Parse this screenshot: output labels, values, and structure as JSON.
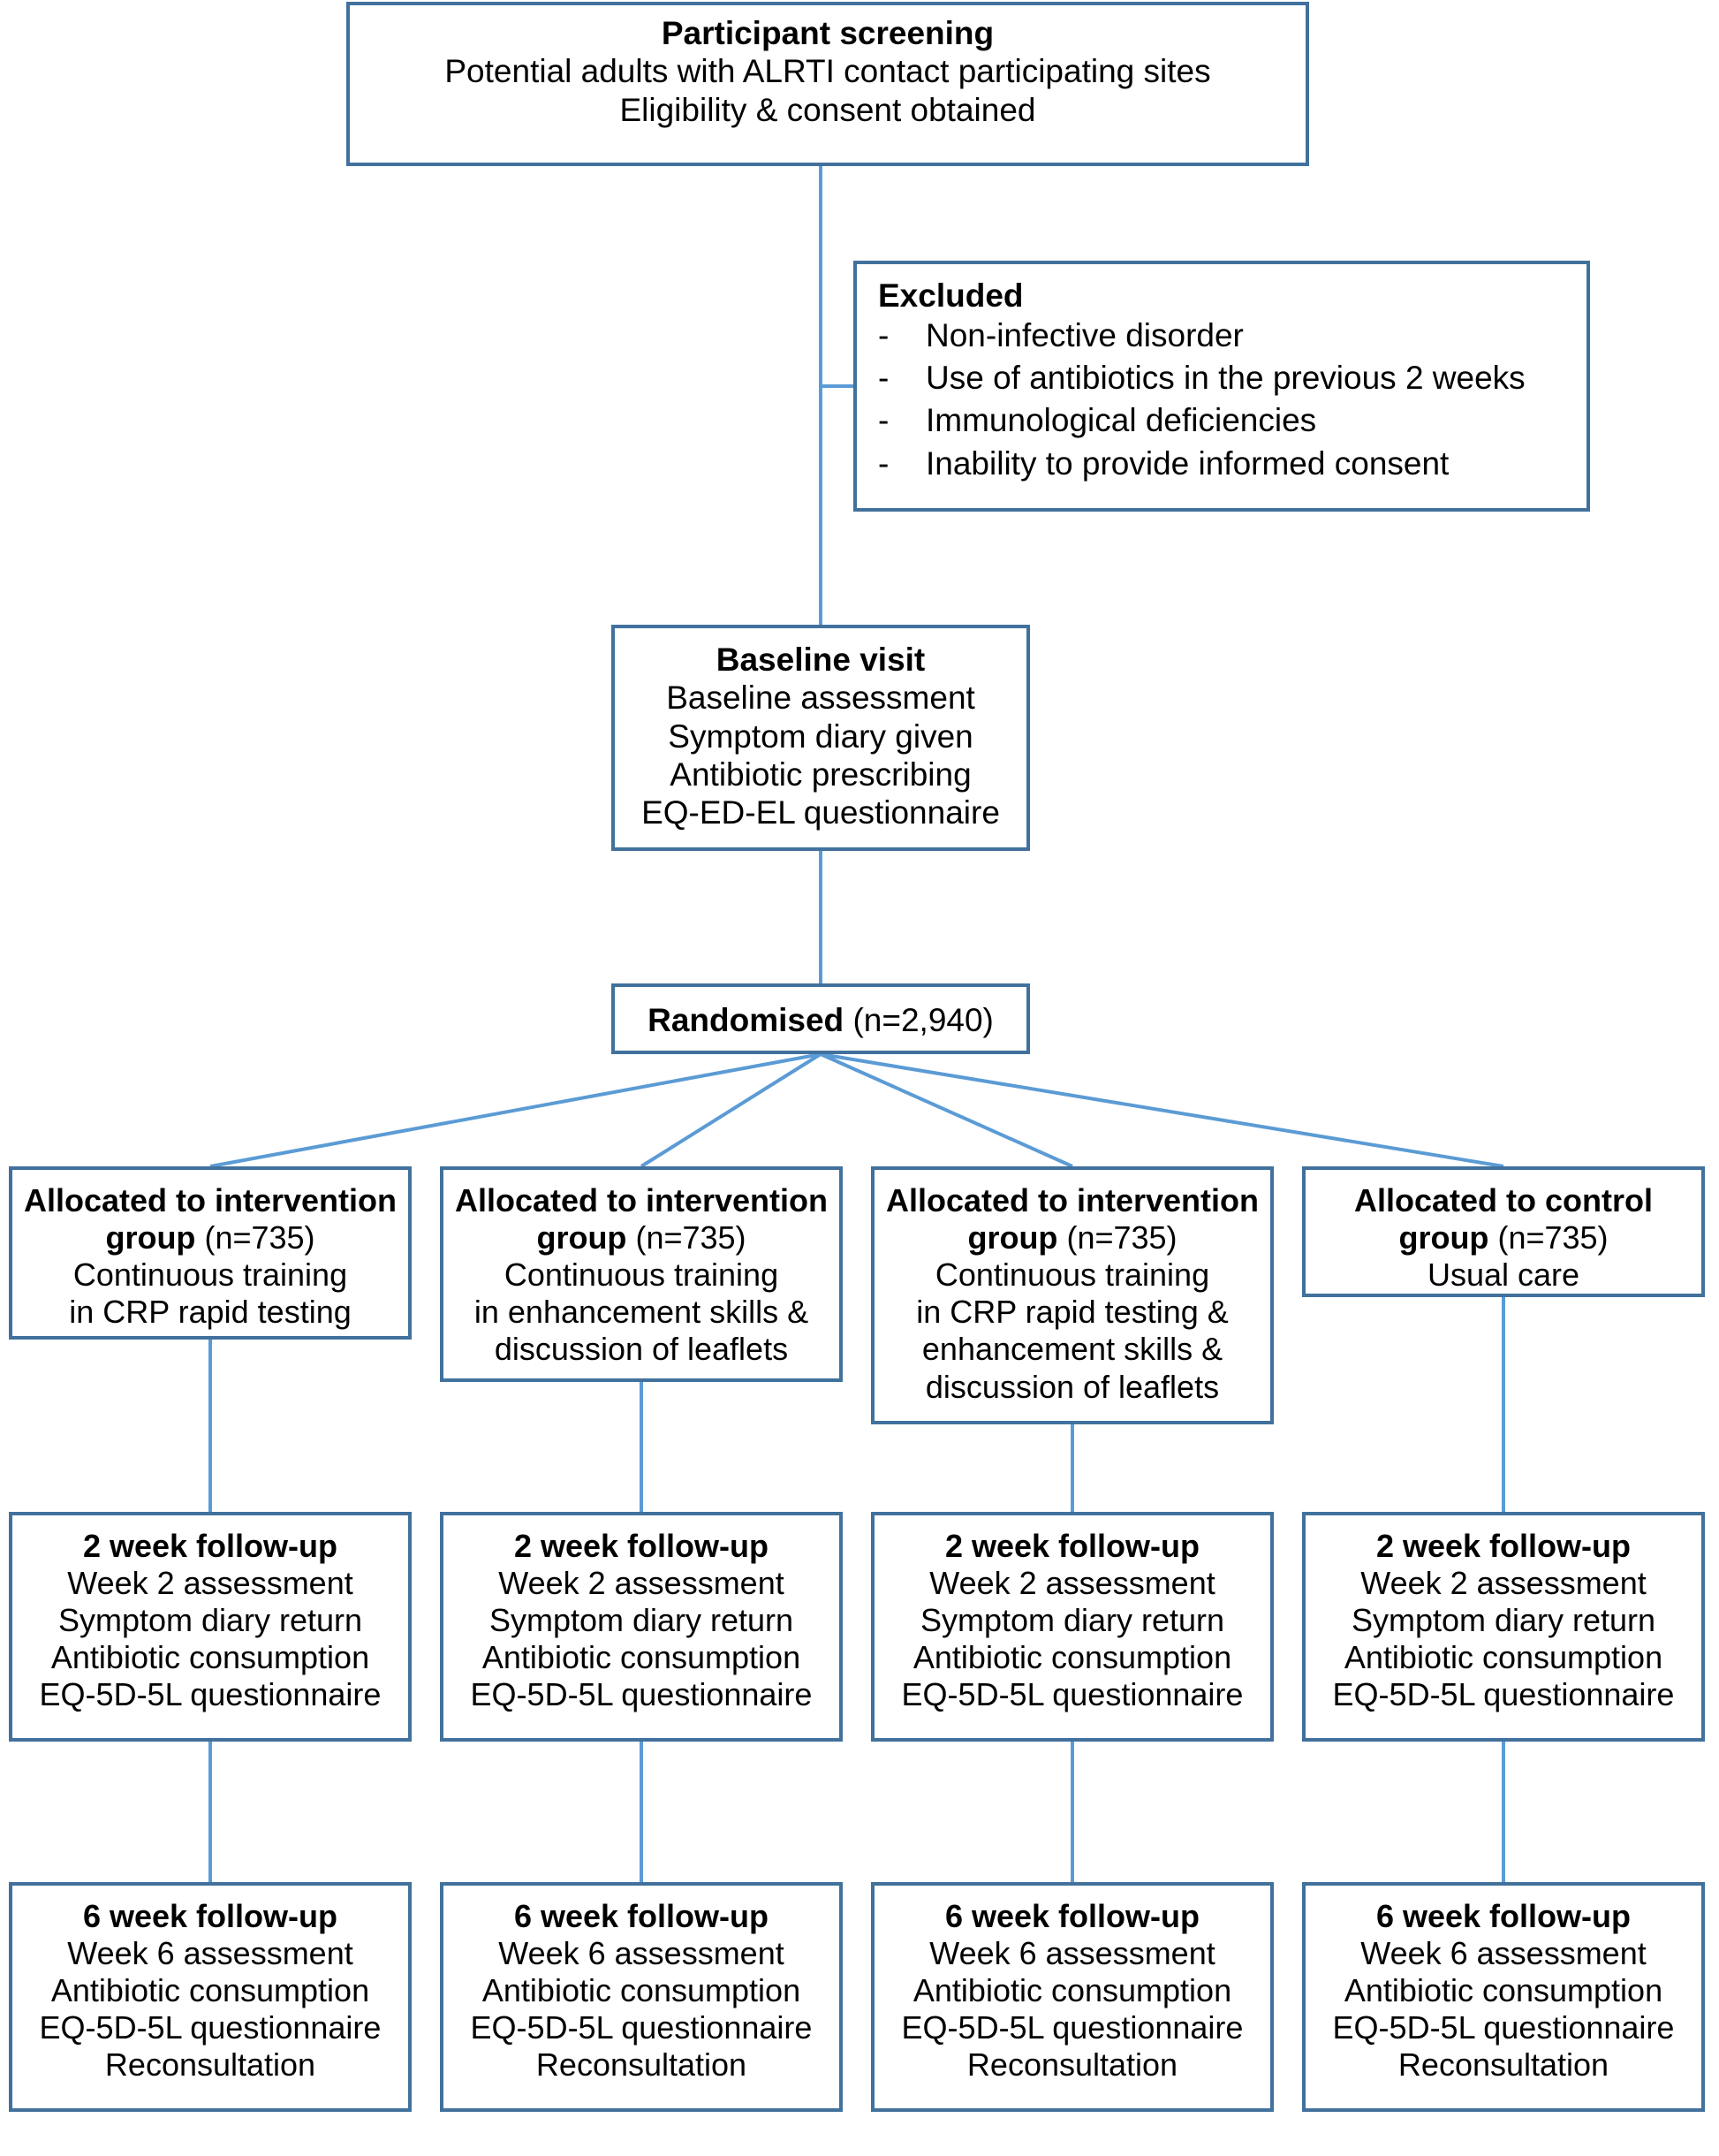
{
  "theme": {
    "box_border_color": "#41719C",
    "connector_color": "#5B9BD5",
    "background_color": "#FFFFFF",
    "text_color": "#000000"
  },
  "screening": {
    "title": "Participant screening",
    "lines": [
      "Potential adults with ALRTI contact participating sites",
      "Eligibility & consent obtained"
    ]
  },
  "excluded": {
    "title": "Excluded",
    "dash": "-",
    "items": [
      "Non-infective disorder",
      "Use of antibiotics in the previous 2 weeks",
      "Immunological deficiencies",
      "Inability to provide informed consent"
    ]
  },
  "baseline": {
    "title": "Baseline visit",
    "lines": [
      "Baseline assessment",
      "Symptom diary given",
      "Antibiotic prescribing",
      "EQ-ED-EL questionnaire"
    ]
  },
  "randomised": {
    "title": "Randomised",
    "count": "(n=2,940)"
  },
  "allocation": [
    {
      "title": "Allocated to intervention",
      "title2": "group",
      "count": "(n=735)",
      "lines": [
        "Continuous training",
        "in CRP rapid testing"
      ]
    },
    {
      "title": "Allocated to intervention",
      "title2": "group",
      "count": "(n=735)",
      "lines": [
        "Continuous training",
        "in enhancement skills &",
        "discussion of leaflets"
      ]
    },
    {
      "title": "Allocated to intervention",
      "title2": "group",
      "count": "(n=735)",
      "lines": [
        "Continuous training",
        "in CRP rapid testing &",
        "enhancement skills &",
        "discussion of leaflets"
      ]
    },
    {
      "title": "Allocated to control",
      "title2": "group",
      "count": "(n=735)",
      "lines": [
        "Usual care"
      ]
    }
  ],
  "week2": [
    {
      "title": "2 week follow-up",
      "lines": [
        "Week 2 assessment",
        "Symptom diary return",
        "Antibiotic consumption",
        "EQ-5D-5L questionnaire"
      ]
    },
    {
      "title": "2 week follow-up",
      "lines": [
        "Week 2 assessment",
        "Symptom diary return",
        "Antibiotic consumption",
        "EQ-5D-5L questionnaire"
      ]
    },
    {
      "title": "2 week follow-up",
      "lines": [
        "Week 2 assessment",
        "Symptom diary return",
        "Antibiotic consumption",
        "EQ-5D-5L questionnaire"
      ]
    },
    {
      "title": "2 week follow-up",
      "lines": [
        "Week 2 assessment",
        "Symptom diary return",
        "Antibiotic consumption",
        "EQ-5D-5L questionnaire"
      ]
    }
  ],
  "week6": [
    {
      "title": "6 week follow-up",
      "lines": [
        "Week 6 assessment",
        "Antibiotic consumption",
        "EQ-5D-5L questionnaire",
        "Reconsultation"
      ]
    },
    {
      "title": "6 week follow-up",
      "lines": [
        "Week 6 assessment",
        "Antibiotic consumption",
        "EQ-5D-5L questionnaire",
        "Reconsultation"
      ]
    },
    {
      "title": "6 week follow-up",
      "lines": [
        "Week 6 assessment",
        "Antibiotic consumption",
        "EQ-5D-5L questionnaire",
        "Reconsultation"
      ]
    },
    {
      "title": "6 week follow-up",
      "lines": [
        "Week 6 assessment",
        "Antibiotic consumption",
        "EQ-5D-5L questionnaire",
        "Reconsultation"
      ]
    }
  ]
}
